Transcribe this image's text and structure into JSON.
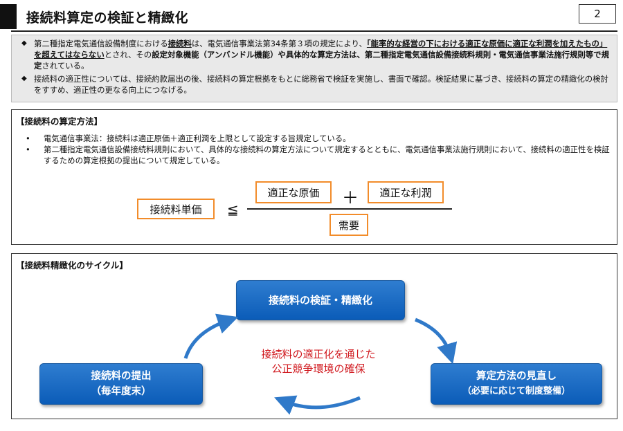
{
  "header": {
    "title": "接続料算定の検証と精緻化",
    "page_number": "2"
  },
  "summary": {
    "p1": {
      "t1": "第二種指定電気通信設備制度における",
      "t2": "接続料",
      "t3": "は、電気通信事業法第34条第３項の規定により、",
      "t4": "「能率的な経営の下における適正な原価に適正な利潤を加えたもの」を超えてはならない",
      "t5": "とされ、その",
      "t6": "設定対象機能（アンバンドル機能）や具体的な算定方法は、第二種指定電気通信設備接続料規則・電気通信事業法施行規則等で規定",
      "t7": "されている。"
    },
    "p2": "接続料の適正性については、接続約款届出の後、接続料の算定根拠をもとに総務省で検証を実施し、書面で確認。検証結果に基づき、接続料の算定の精緻化の検討をすすめ、適正性の更なる向上につなげる。"
  },
  "method": {
    "title": "【接続料の算定方法】",
    "items": [
      "電気通信事業法：接続料は適正原価＋適正利潤を上限として設定する旨規定している。",
      "第二種指定電気通信設備接続料規則において、具体的な接続料の算定方法について規定するとともに、電気通信事業法施行規則において、接続料の適正性を検証するための算定根拠の提出について規定している。"
    ],
    "formula": {
      "lhs": "接続料単価",
      "op": "≦",
      "num1": "適正な原価",
      "plus": "＋",
      "num2": "適正な利潤",
      "den": "需要"
    }
  },
  "cycle": {
    "title": "【接続料精緻化のサイクル】",
    "top": "接続料の検証・精緻化",
    "left_line1": "接続料の提出",
    "left_line2": "（毎年度末）",
    "right_line1": "算定方法の見直し",
    "right_line2": "（必要に応じて制度整備）",
    "center_line1": "接続料の適正化を通じた",
    "center_line2": "公正競争環境の確保"
  },
  "colors": {
    "accent_orange": "#f28c2a",
    "button_blue": "#0b5cb8",
    "arrow_blue": "#2f79c9",
    "center_red": "#d0171d"
  }
}
